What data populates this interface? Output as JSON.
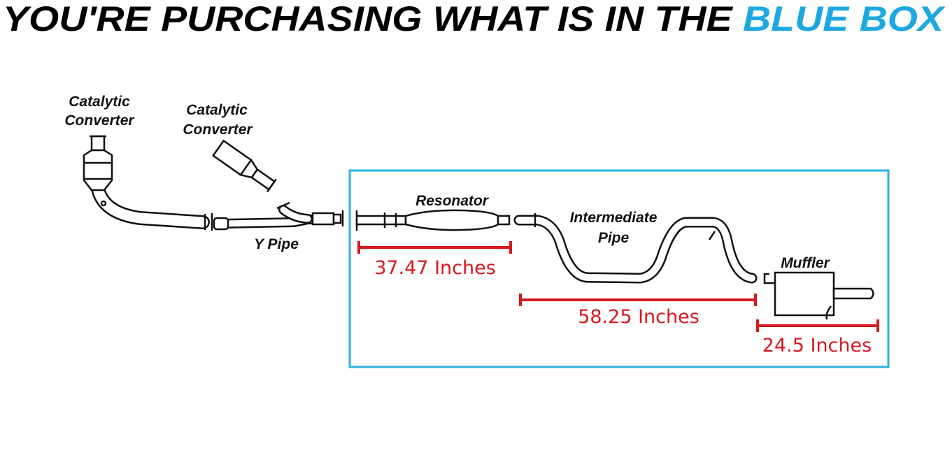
{
  "title": {
    "main": "YOU'RE PURCHASING WHAT IS IN THE ",
    "highlight": "BLUE BOX",
    "main_color": "#000000",
    "highlight_color": "#1ea8e0"
  },
  "box_color": "#2bb3e0",
  "measure_color": "#d71920",
  "parts": {
    "cat1": [
      "Catalytic",
      "Converter"
    ],
    "cat2": [
      "Catalytic",
      "Converter"
    ],
    "y_pipe": "Y Pipe",
    "resonator": "Resonator",
    "intermediate": [
      "Intermediate",
      "Pipe"
    ],
    "muffler": "Muffler"
  },
  "measurements": {
    "resonator": "37.47 Inches",
    "intermediate": "58.25 Inches",
    "muffler": "24.5 Inches"
  }
}
